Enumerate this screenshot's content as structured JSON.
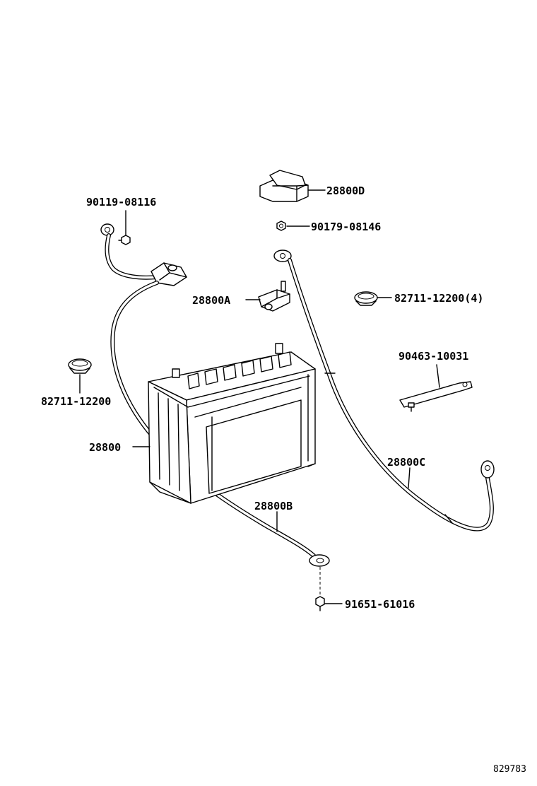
{
  "labels": {
    "l_28800D": "28800D",
    "l_90179": "90179-08146",
    "l_90119": "90119-08116",
    "l_28800A": "28800A",
    "l_82711_4": "82711-12200(4)",
    "l_90463": "90463-10031",
    "l_82711": "82711-12200",
    "l_28800": "28800",
    "l_28800C": "28800C",
    "l_28800B": "28800B",
    "l_91651": "91651-61016"
  },
  "figure_id": "829783"
}
